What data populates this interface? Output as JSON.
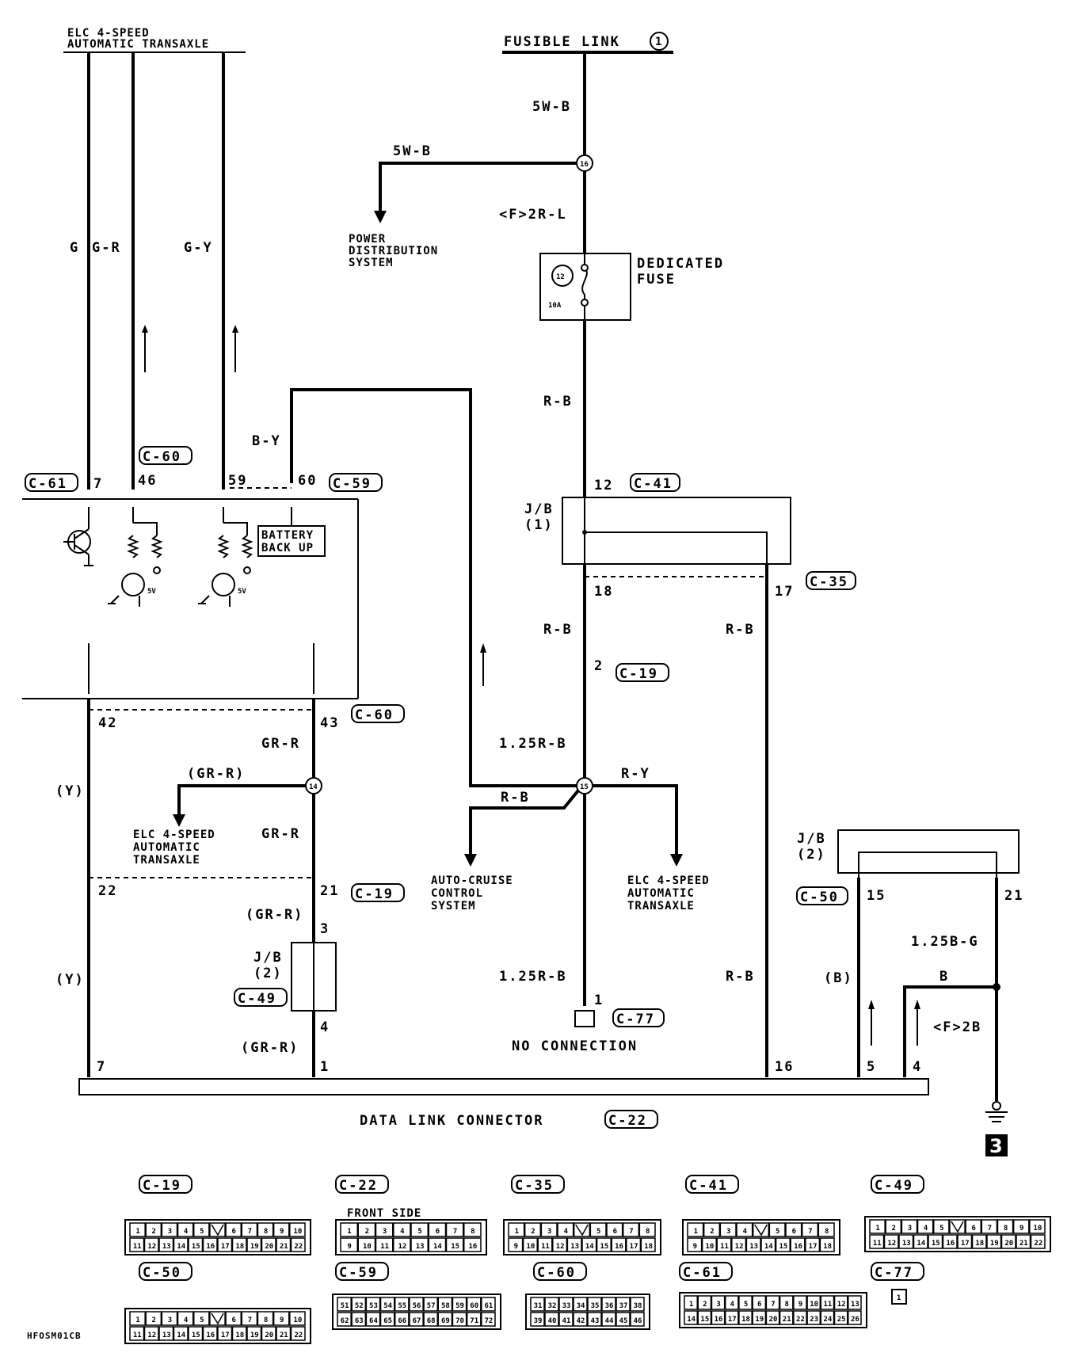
{
  "diagram": {
    "top_left_title": [
      "ELC 4-SPEED",
      "AUTOMATIC TRANSAXLE"
    ],
    "fusible_link": "FUSIBLE LINK",
    "fusible_link_num": "1",
    "power_distribution": [
      "POWER",
      "DISTRIBUTION",
      "SYSTEM"
    ],
    "dedicated_fuse": [
      "DEDICATED",
      "FUSE"
    ],
    "fuse_number": "12",
    "fuse_rating": "10A",
    "battery_backup": [
      "BATTERY",
      "BACK UP"
    ],
    "jb1": [
      "J/B",
      "(1)"
    ],
    "jb2_left": [
      "J/B",
      "(2)"
    ],
    "jb2_right": [
      "J/B",
      "(2)"
    ],
    "elc_mid": [
      "ELC 4-SPEED",
      "AUTOMATIC",
      "TRANSAXLE"
    ],
    "auto_cruise": [
      "AUTO-CRUISE",
      "CONTROL",
      "SYSTEM"
    ],
    "elc_right": [
      "ELC 4-SPEED",
      "AUTOMATIC",
      "TRANSAXLE"
    ],
    "no_connection": "NO CONNECTION",
    "data_link_connector": "DATA LINK CONNECTOR",
    "ground_ref": "3",
    "figure_code": "HFOSM01CB",
    "splice_16": "16",
    "splice_15": "15",
    "splice_14": "14",
    "five_v": "5V",
    "wires": {
      "w_5wb_top": "5W-B",
      "w_5wb_branch": "5W-B",
      "w_f2rl": "<F>2R-L",
      "w_rb_1": "R-B",
      "w_by": "B-Y",
      "w_g": "G",
      "w_gr": "G-R",
      "w_gy": "G-Y",
      "w_rb_2": "R-B",
      "w_rb_right": "R-B",
      "w_125rb_1": "1.25R-B",
      "w_ry": "R-Y",
      "w_rb_3": "R-B",
      "w_125rb_2": "1.25R-B",
      "w_rb_right2": "R-B",
      "w_grr_1": "GR-R",
      "w_grr_branch": "(GR-R)",
      "w_grr_2": "GR-R",
      "w_grr_3": "(GR-R)",
      "w_grr_4": "(GR-R)",
      "w_y1": "(Y)",
      "w_y2": "(Y)",
      "w_125bg": "1.25B-G",
      "w_b": "B",
      "w_bp": "(B)",
      "w_f2b": "<F>2B"
    },
    "pins": {
      "p7_top": "7",
      "p46": "46",
      "p59": "59",
      "p60": "60",
      "p12": "12",
      "p18": "18",
      "p17": "17",
      "p2": "2",
      "p42": "42",
      "p43": "43",
      "p22": "22",
      "p21": "21",
      "p3": "3",
      "p4": "4",
      "p1": "1",
      "p7_bot": "7",
      "p1_c77": "1",
      "p16": "16",
      "p5": "5",
      "p4_dlc": "4",
      "p15_jb": "15",
      "p21_jb": "21"
    },
    "connector_tags": {
      "c61": "C-61",
      "c60_top": "C-60",
      "c59": "C-59",
      "c41": "C-41",
      "c35": "C-35",
      "c19_mid": "C-19",
      "c60_mid": "C-60",
      "c19_low": "C-19",
      "c49": "C-49",
      "c77": "C-77",
      "c50": "C-50",
      "c22": "C-22"
    }
  },
  "connector_views": {
    "c19": {
      "tag": "C-19",
      "row1": [
        "1",
        "2",
        "3",
        "4",
        "5",
        "",
        "6",
        "7",
        "8",
        "9",
        "10"
      ],
      "row2": [
        "11",
        "12",
        "13",
        "14",
        "15",
        "16",
        "17",
        "18",
        "19",
        "20",
        "21",
        "22"
      ]
    },
    "c22": {
      "tag": "C-22",
      "note": "FRONT SIDE",
      "row1": [
        "1",
        "2",
        "3",
        "4",
        "5",
        "6",
        "7",
        "8"
      ],
      "row2": [
        "9",
        "10",
        "11",
        "12",
        "13",
        "14",
        "15",
        "16"
      ]
    },
    "c35": {
      "tag": "C-35",
      "row1": [
        "1",
        "2",
        "3",
        "4",
        "",
        "5",
        "6",
        "7",
        "8"
      ],
      "row2": [
        "9",
        "10",
        "11",
        "12",
        "13",
        "14",
        "15",
        "16",
        "17",
        "18"
      ]
    },
    "c41": {
      "tag": "C-41",
      "row1": [
        "1",
        "2",
        "3",
        "4",
        "",
        "5",
        "6",
        "7",
        "8"
      ],
      "row2": [
        "9",
        "10",
        "11",
        "12",
        "13",
        "14",
        "15",
        "16",
        "17",
        "18"
      ]
    },
    "c49": {
      "tag": "C-49",
      "row1": [
        "1",
        "2",
        "3",
        "4",
        "5",
        "",
        "6",
        "7",
        "8",
        "9",
        "10"
      ],
      "row2": [
        "11",
        "12",
        "13",
        "14",
        "15",
        "16",
        "17",
        "18",
        "19",
        "20",
        "21",
        "22"
      ]
    },
    "c50": {
      "tag": "C-50",
      "row1": [
        "1",
        "2",
        "3",
        "4",
        "5",
        "",
        "6",
        "7",
        "8",
        "9",
        "10"
      ],
      "row2": [
        "11",
        "12",
        "13",
        "14",
        "15",
        "16",
        "17",
        "18",
        "19",
        "20",
        "21",
        "22"
      ]
    },
    "c59": {
      "tag": "C-59",
      "row1": [
        "51",
        "52",
        "53",
        "54",
        "55",
        "56",
        "57",
        "58",
        "59",
        "60",
        "61"
      ],
      "row2": [
        "62",
        "63",
        "64",
        "65",
        "66",
        "67",
        "68",
        "69",
        "70",
        "71",
        "72"
      ]
    },
    "c60": {
      "tag": "C-60",
      "row1": [
        "31",
        "32",
        "33",
        "34",
        "35",
        "36",
        "37",
        "38"
      ],
      "row2": [
        "39",
        "40",
        "41",
        "42",
        "43",
        "44",
        "45",
        "46"
      ]
    },
    "c61": {
      "tag": "C-61",
      "row1": [
        "1",
        "2",
        "3",
        "4",
        "5",
        "6",
        "7",
        "8",
        "9",
        "10",
        "11",
        "12",
        "13"
      ],
      "row2": [
        "14",
        "15",
        "16",
        "17",
        "18",
        "19",
        "20",
        "21",
        "22",
        "23",
        "24",
        "25",
        "26"
      ]
    },
    "c77": {
      "tag": "C-77",
      "row1": [
        "1"
      ],
      "row2": []
    }
  }
}
